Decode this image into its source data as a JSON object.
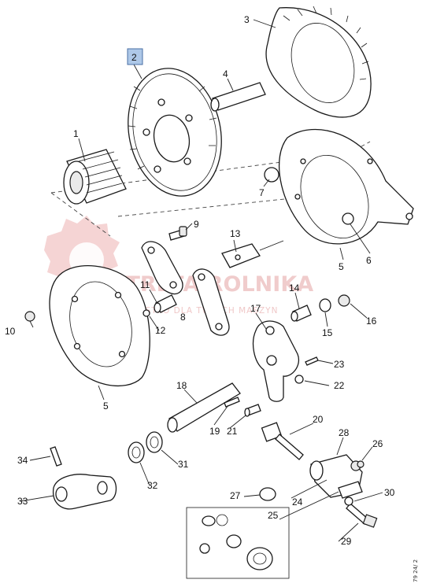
{
  "watermark": {
    "title": "STREFA ROLNIKA",
    "subtitle": "WSZYSTKO DLA TWOICH MASZYN"
  },
  "selected_label": "2",
  "drawing_code": "79 24/ 2",
  "callouts": [
    "1",
    "2",
    "3",
    "4",
    "5",
    "6",
    "7",
    "8",
    "9",
    "10",
    "11",
    "12",
    "13",
    "14",
    "15",
    "16",
    "17",
    "18",
    "19",
    "20",
    "21",
    "22",
    "23",
    "24",
    "25",
    "26",
    "27",
    "28",
    "29",
    "30",
    "31",
    "32",
    "33",
    "34"
  ],
  "labels": {
    "c1": "1",
    "c2": "2",
    "c3": "3",
    "c4": "4",
    "c5a": "5",
    "c5b": "5",
    "c6": "6",
    "c7": "7",
    "c8": "8",
    "c9": "9",
    "c10": "10",
    "c11": "11",
    "c12": "12",
    "c13": "13",
    "c14": "14",
    "c15": "15",
    "c16": "16",
    "c17": "17",
    "c18": "18",
    "c19": "19",
    "c20": "20",
    "c21": "21",
    "c22": "22",
    "c23": "23",
    "c24": "24",
    "c25": "25",
    "c26": "26",
    "c27": "27",
    "c28": "28",
    "c29": "29",
    "c30": "30",
    "c31": "31",
    "c32": "32",
    "c33": "33",
    "c34": "34"
  },
  "colors": {
    "selected_fill": "#aec8e8",
    "selected_stroke": "#4a6fa5",
    "watermark": "#e39a9a"
  }
}
